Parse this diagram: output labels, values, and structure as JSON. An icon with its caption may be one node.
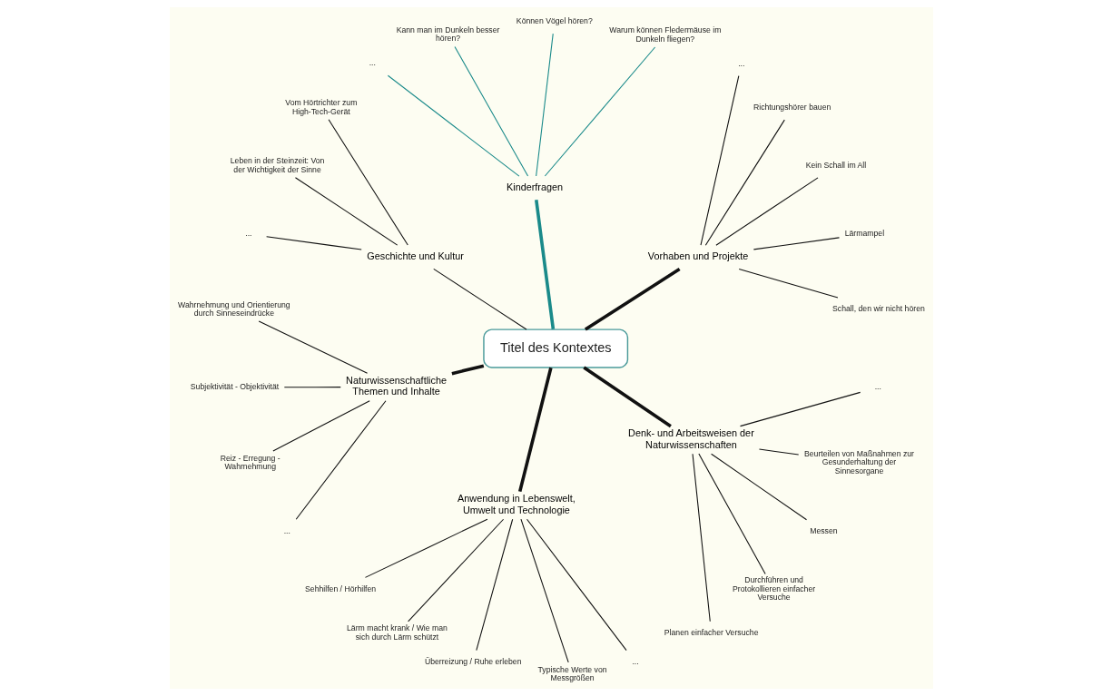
{
  "diagram": {
    "nodes": [
      {
        "text": [
          "Titel des Kontextes"
        ]
      },
      {
        "text": [
          "Vorhaben und Projekte"
        ]
      },
      {
        "text": [
          "Schall, den wir nicht hören"
        ]
      },
      {
        "text": [
          "Lärmampel"
        ]
      },
      {
        "text": [
          "Kein Schall im All"
        ]
      },
      {
        "text": [
          "Richtungshörer bauen"
        ]
      },
      {
        "text": [
          "..."
        ]
      },
      {
        "text": [
          "Kinderfragen"
        ]
      },
      {
        "text": [
          "Warum können Fledermäuse im Dunkeln fliegen?"
        ]
      },
      {
        "text": [
          "Können Vögel hören?"
        ]
      },
      {
        "text": [
          "Kann man im Dunkeln besser hören?"
        ]
      },
      {
        "text": [
          "..."
        ]
      },
      {
        "text": [
          "Geschichte und Kultur"
        ]
      },
      {
        "text": [
          "Vom Hörtrichter zum High-Tech-Gerät"
        ]
      },
      {
        "text": [
          "Leben in der Steinzeit: Von der Wichtigkeit der Sinne"
        ]
      },
      {
        "text": [
          "..."
        ]
      },
      {
        "text": [
          "Naturwissenschaftliche Themen und Inhalte"
        ]
      },
      {
        "text": [
          "Wahrnehmung und Orientierung durch Sinneseindrücke"
        ]
      },
      {
        "text": [
          "Subjektivität - Objektivität"
        ]
      },
      {
        "text": [
          "Reiz - Erregung - Wahrnehmung"
        ]
      },
      {
        "text": [
          "..."
        ]
      },
      {
        "text": [
          "Anwendung in Lebenswelt, Umwelt und Technologie"
        ]
      },
      {
        "text": [
          "Sehhilfen / Hörhilfen"
        ]
      },
      {
        "text": [
          "Lärm macht krank / Wie man sich durch Lärm schützt"
        ]
      },
      {
        "text": [
          "Überreizung / Ruhe erleben"
        ]
      },
      {
        "text": [
          "Typische Werte von Messgrößen"
        ]
      },
      {
        "text": [
          "..."
        ]
      },
      {
        "text": [
          "Denk- und Arbeitsweisen der Naturwissenschaften"
        ]
      },
      {
        "text": [
          "Planen einfacher Versuche"
        ]
      },
      {
        "text": [
          "Durchführen und Protokollieren einfacher Versuche"
        ]
      },
      {
        "text": [
          "Messen"
        ]
      },
      {
        "text": [
          "Beurteilen von Maßnahmen zur Gesunderhaltung der Sinnesorgane"
        ]
      },
      {
        "text": [
          "..."
        ]
      }
    ],
    "edges": [
      {
        "from": 0,
        "to": 1,
        "arrow": "none",
        "style": "thick"
      },
      {
        "from": 1,
        "to": 2,
        "arrow": "none"
      },
      {
        "from": 1,
        "to": 3,
        "arrow": "none"
      },
      {
        "from": 1,
        "to": 4,
        "arrow": "none"
      },
      {
        "from": 1,
        "to": 5,
        "arrow": "none"
      },
      {
        "from": 1,
        "to": 6,
        "arrow": "none"
      },
      {
        "from": 0,
        "to": 7,
        "arrow": "none",
        "style": "thick",
        "color": "#1a8a8a"
      },
      {
        "from": 7,
        "to": 8,
        "arrow": "none",
        "color": "#1a8a8a"
      },
      {
        "from": 7,
        "to": 9,
        "arrow": "none",
        "color": "#1a8a8a"
      },
      {
        "from": 7,
        "to": 10,
        "arrow": "none",
        "color": "#1a8a8a"
      },
      {
        "from": 7,
        "to": 11,
        "arrow": "none",
        "color": "#1a8a8a"
      },
      {
        "from": 0,
        "to": 12,
        "arrow": "none"
      },
      {
        "from": 12,
        "to": 13,
        "arrow": "none"
      },
      {
        "from": 12,
        "to": 14,
        "arrow": "none"
      },
      {
        "from": 12,
        "to": 15,
        "arrow": "none"
      },
      {
        "from": 0,
        "to": 16,
        "arrow": "none",
        "style": "thick"
      },
      {
        "from": 16,
        "to": 17,
        "arrow": "none"
      },
      {
        "from": 16,
        "to": 18,
        "arrow": "none"
      },
      {
        "from": 16,
        "to": 19,
        "arrow": "none"
      },
      {
        "from": 16,
        "to": 20,
        "arrow": "none"
      },
      {
        "from": 0,
        "to": 21,
        "arrow": "none",
        "style": "thick"
      },
      {
        "from": 21,
        "to": 22,
        "arrow": "none"
      },
      {
        "from": 21,
        "to": 23,
        "arrow": "none"
      },
      {
        "from": 21,
        "to": 24,
        "arrow": "none"
      },
      {
        "from": 21,
        "to": 25,
        "arrow": "none"
      },
      {
        "from": 21,
        "to": 26,
        "arrow": "none"
      },
      {
        "from": 0,
        "to": 27,
        "arrow": "none",
        "style": "thick"
      },
      {
        "from": 27,
        "to": 28,
        "arrow": "none"
      },
      {
        "from": 27,
        "to": 29,
        "arrow": "none"
      },
      {
        "from": 27,
        "to": 30,
        "arrow": "none"
      },
      {
        "from": 27,
        "to": 31,
        "arrow": "none"
      },
      {
        "from": 27,
        "to": 32,
        "arrow": "none"
      }
    ]
  }
}
